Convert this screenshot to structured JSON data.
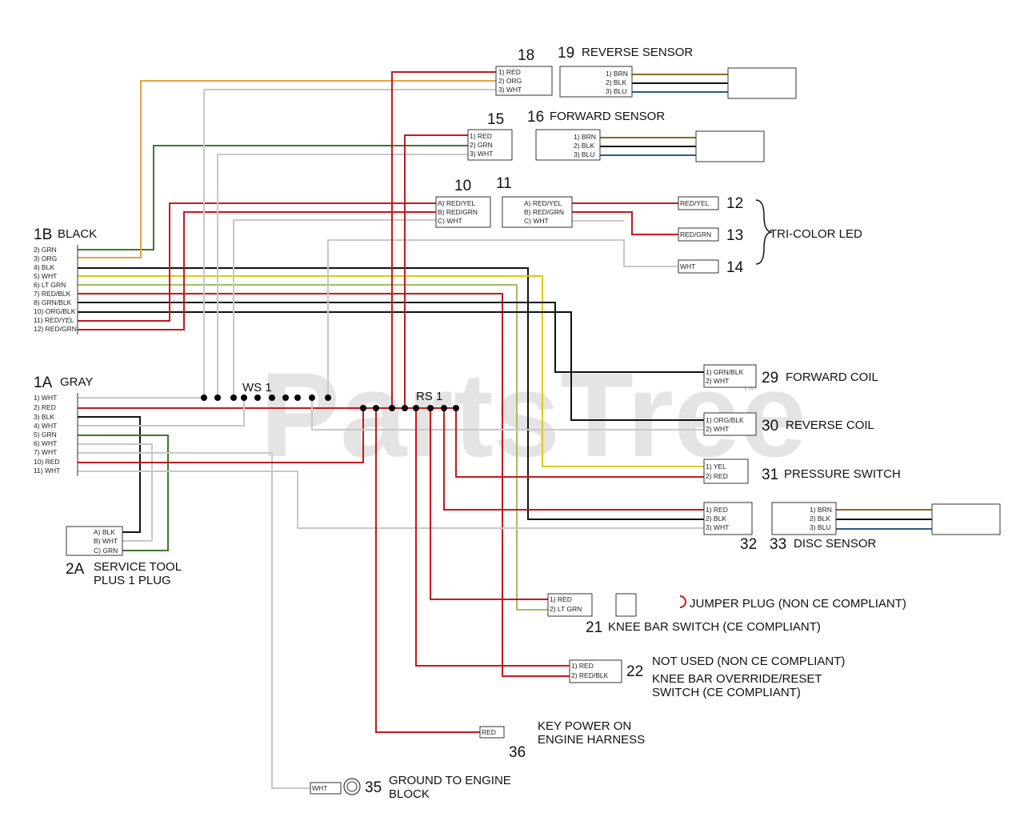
{
  "watermark": "PartsTree",
  "watermark_tm": "TM",
  "labels": {
    "n18": "18",
    "n19": "19",
    "reverse_sensor": "REVERSE SENSOR",
    "n15": "15",
    "n16": "16",
    "forward_sensor": "FORWARD SENSOR",
    "n10": "10",
    "n11": "11",
    "n12": "12",
    "n13": "13",
    "n14": "14",
    "tri_color_led": "TRI-COLOR LED",
    "n1b": "1B",
    "black": "BLACK",
    "n1a": "1A",
    "gray": "GRAY",
    "ws1": "WS 1",
    "rs1": "RS 1",
    "n29": "29",
    "forward_coil": "FORWARD COIL",
    "n30": "30",
    "reverse_coil": "REVERSE COIL",
    "n31": "31",
    "pressure_switch": "PRESSURE SWITCH",
    "n32": "32",
    "n33": "33",
    "disc_sensor": "DISC SENSOR",
    "n2a": "2A",
    "service_tool_1": "SERVICE TOOL",
    "service_tool_2": "PLUS 1 PLUG",
    "jumper_plug": "JUMPER PLUG (NON CE COMPLIANT)",
    "n21": "21",
    "knee_bar_switch": "KNEE BAR SWITCH (CE COMPLIANT)",
    "n22": "22",
    "not_used": "NOT USED (NON CE COMPLIANT)",
    "knee_override_1": "KNEE BAR OVERRIDE/RESET",
    "knee_override_2": "SWITCH (CE COMPLIANT)",
    "key_power_1": "KEY POWER ON",
    "key_power_2": "ENGINE HARNESS",
    "n36": "36",
    "n35": "35",
    "ground_1": "GROUND TO ENGINE",
    "ground_2": "BLOCK"
  },
  "pins": {
    "c18": [
      "1) RED",
      "2) ORG",
      "3) WHT"
    ],
    "c19": [
      "1) BRN",
      "2) BLK",
      "3) BLU"
    ],
    "c15": [
      "1) RED",
      "2) GRN",
      "3) WHT"
    ],
    "c16": [
      "1) BRN",
      "2) BLK",
      "3) BLU"
    ],
    "c10": [
      "A) RED/YEL",
      "B) RED/GRN",
      "C) WHT"
    ],
    "c11": [
      "A) RED/YEL",
      "B) RED/GRN",
      "C) WHT"
    ],
    "c12": "RED/YEL",
    "c13": "RED/GRN",
    "c14": "WHT",
    "c1b": [
      "2) GRN",
      "3) ORG",
      "4) BLK",
      "5) WHT",
      "6) LT GRN",
      "7) RED/BLK",
      "8) GRN/BLK",
      "10) ORG/BLK",
      "11) RED/YEL",
      "12) RED/GRN"
    ],
    "c1a": [
      "1) WHT",
      "2) RED",
      "3) BLK",
      "4) WHT",
      "5) GRN",
      "6) WHT",
      "7) WHT",
      "10) RED",
      "11) WHT"
    ],
    "c2a": [
      "A) BLK",
      "B) WHT",
      "C) GRN"
    ],
    "c29": [
      "1) GRN/BLK",
      "2) WHT"
    ],
    "c30": [
      "1) ORG/BLK",
      "2) WHT"
    ],
    "c31": [
      "1) YEL",
      "2) RED"
    ],
    "c32": [
      "1) RED",
      "2) BLK",
      "3) WHT"
    ],
    "c33": [
      "1) BRN",
      "2) BLK",
      "3) BLU"
    ],
    "c21": [
      "1) RED",
      "2) LT GRN"
    ],
    "c22": [
      "1) RED",
      "2) RED/BLK"
    ],
    "c36": "RED",
    "c35": "WHT"
  },
  "colors": {
    "red": "#c8181e",
    "orange": "#e8a040",
    "green": "#3a7a2a",
    "white": "#c8c8c8",
    "black": "#111111",
    "yellow": "#d8cc10",
    "brown": "#8a6a20",
    "blue": "#2a5a8a",
    "ltgreen": "#a0c060"
  }
}
